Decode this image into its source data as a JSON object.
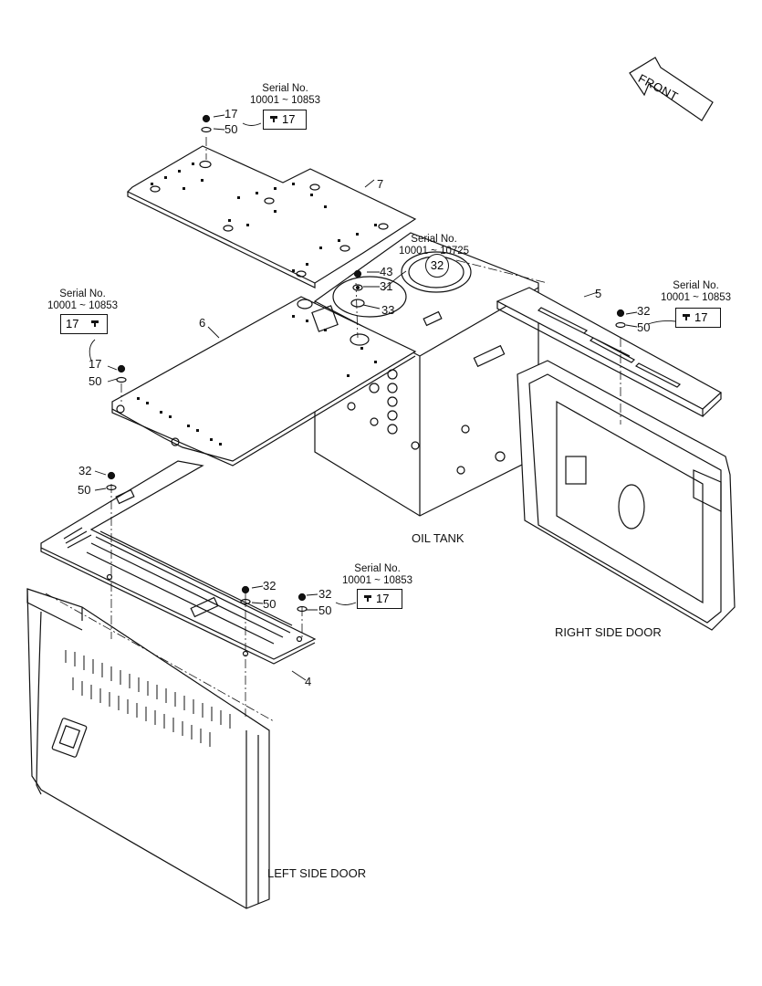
{
  "serial_labels": {
    "top": {
      "line1": "Serial No.",
      "line2": "10001 ~ 10853",
      "part": "17"
    },
    "mid": {
      "line1": "Serial No.",
      "line2": "10001 ~ 10725",
      "part": "32"
    },
    "left": {
      "line1": "Serial No.",
      "line2": "10001 ~ 10853",
      "part": "17"
    },
    "right": {
      "line1": "Serial No.",
      "line2": "10001 ~ 10853",
      "part": "17"
    },
    "bottom": {
      "line1": "Serial No.",
      "line2": "10001 ~ 10853",
      "part": "17"
    }
  },
  "part_labels": {
    "p17_top": "17",
    "p50_top": "50",
    "p7": "7",
    "p43": "43",
    "p31": "31",
    "p33": "33",
    "p6": "6",
    "p5": "5",
    "p32_right": "32",
    "p50_right": "50",
    "p17_left": "17",
    "p50_left": "50",
    "p32_left": "32",
    "p50_left2": "50",
    "p32_bot1": "32",
    "p50_bot1": "50",
    "p32_bot2": "32",
    "p50_bot2": "50",
    "p4": "4"
  },
  "captions": {
    "oil_tank": "OIL TANK",
    "right_door": "RIGHT SIDE DOOR",
    "left_door": "LEFT SIDE DOOR",
    "front": "FRONT"
  }
}
